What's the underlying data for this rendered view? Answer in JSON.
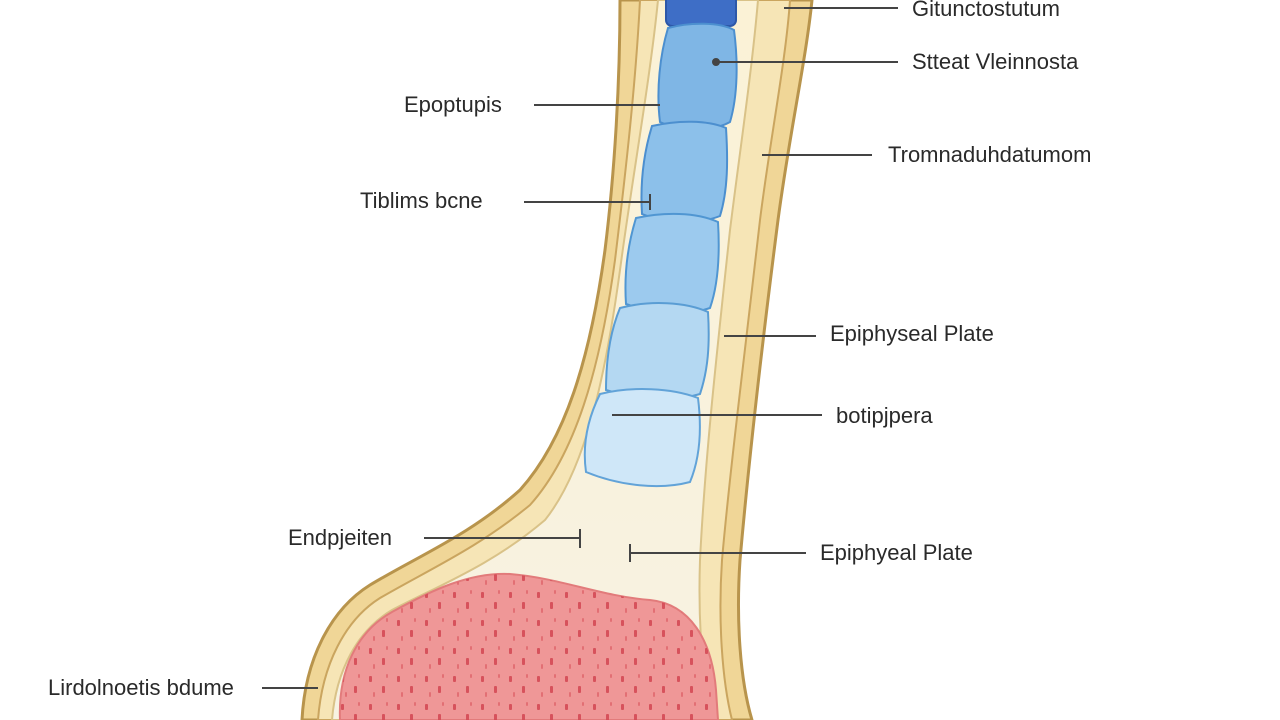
{
  "diagram": {
    "colors": {
      "outer_bone": "#f2d9a0",
      "outer_bone_stroke": "#c9a765",
      "cortex_light": "#fbf2d6",
      "marrow_blue_top": "#3f6fc8",
      "marrow_blue": "#8ec3ea",
      "marrow_blue_light": "#cfe9f8",
      "cell_stroke": "#5a9fd4",
      "cartilage": "#f4f1dc",
      "spongy_red": "#ee8f8f",
      "spongy_dots": "#d9545b",
      "leader": "#444444"
    },
    "labels": {
      "top_right": "Gitunctostutum",
      "right_1": "Stteat Vleinnosta",
      "right_2": "Tromnaduhdatumom",
      "right_3": "Epiphyseal Plate",
      "right_4": "botipjpera",
      "right_5": "Epiphyeal Plate",
      "left_1": "Epoptupis",
      "left_2": "Tiblims bcne",
      "left_3": "Endpjeiten",
      "left_4": "Lirdolnoetis bdume"
    }
  }
}
